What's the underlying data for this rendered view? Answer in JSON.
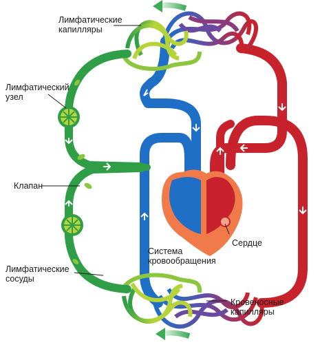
{
  "labels": {
    "lymph_capillaries": [
      "Лимфатические",
      "капилляры"
    ],
    "lymph_node": [
      "Лимфатический",
      "узел"
    ],
    "valve": [
      "Клапан"
    ],
    "lymph_vessels": [
      "Лимфатические",
      "сосуды"
    ],
    "circulatory_system": [
      "Система",
      "кровообращения"
    ],
    "heart": [
      "Сердце"
    ],
    "blood_capillaries": [
      "Кровеносные",
      "капилляры"
    ]
  },
  "colors": {
    "lymph_dark": "#2f9e46",
    "lymph_light": "#b6d43a",
    "venous_blue": "#1f6fc6",
    "arterial_red": "#c8232c",
    "heart_orange": "#f07a4a",
    "flow_arrow": "#ffffff",
    "external_arrow": "#3daa55"
  }
}
